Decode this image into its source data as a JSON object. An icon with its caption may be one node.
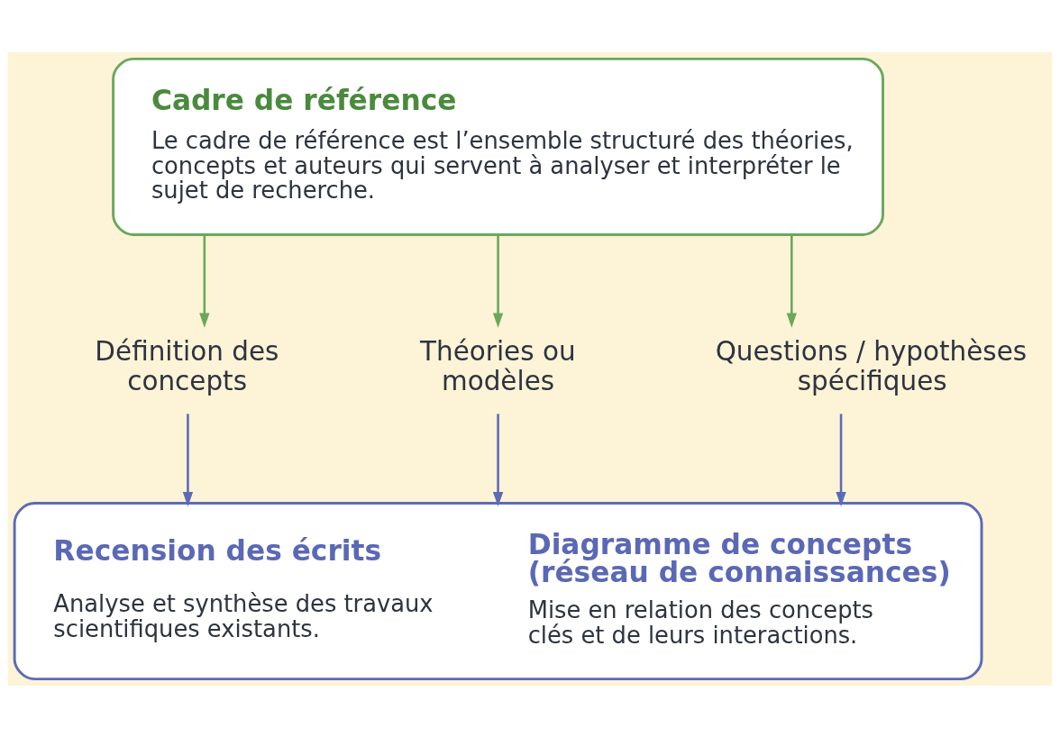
{
  "diagram": {
    "nodes": [
      {
        "text": [
          "Cadre de référence",
          "Le cadre de référence est l’ensemble structuré des théories, concepts et auteurs qui servent à analyser et interpréter le sujet de recherche."
        ]
      },
      {
        "text": [
          "Définition des concepts"
        ]
      },
      {
        "text": [
          "Théories ou modèles"
        ]
      },
      {
        "text": [
          "Questions / hypothèses spécifiques"
        ]
      },
      {
        "text": [
          "Recension des écrits",
          "Analyse et synthèse des travaux scientifiques existants.",
          "Diagramme de concepts (réseau de connaissances)",
          "Mise en relation des concepts clés et de leurs interactions."
        ]
      }
    ],
    "edges": [
      {
        "from": 0,
        "to": 1,
        "arrow": "to",
        "color": "#6aa85c"
      },
      {
        "from": 0,
        "to": 2,
        "arrow": "to",
        "color": "#6aa85c"
      },
      {
        "from": 0,
        "to": 3,
        "arrow": "to",
        "color": "#6aa85c"
      },
      {
        "from": 1,
        "to": 4,
        "arrow": "to",
        "color": "#5b6bb8"
      },
      {
        "from": 2,
        "to": 4,
        "arrow": "to",
        "color": "#5b6bb8"
      },
      {
        "from": 3,
        "to": 4,
        "arrow": "to",
        "color": "#5b6bb8"
      }
    ]
  }
}
